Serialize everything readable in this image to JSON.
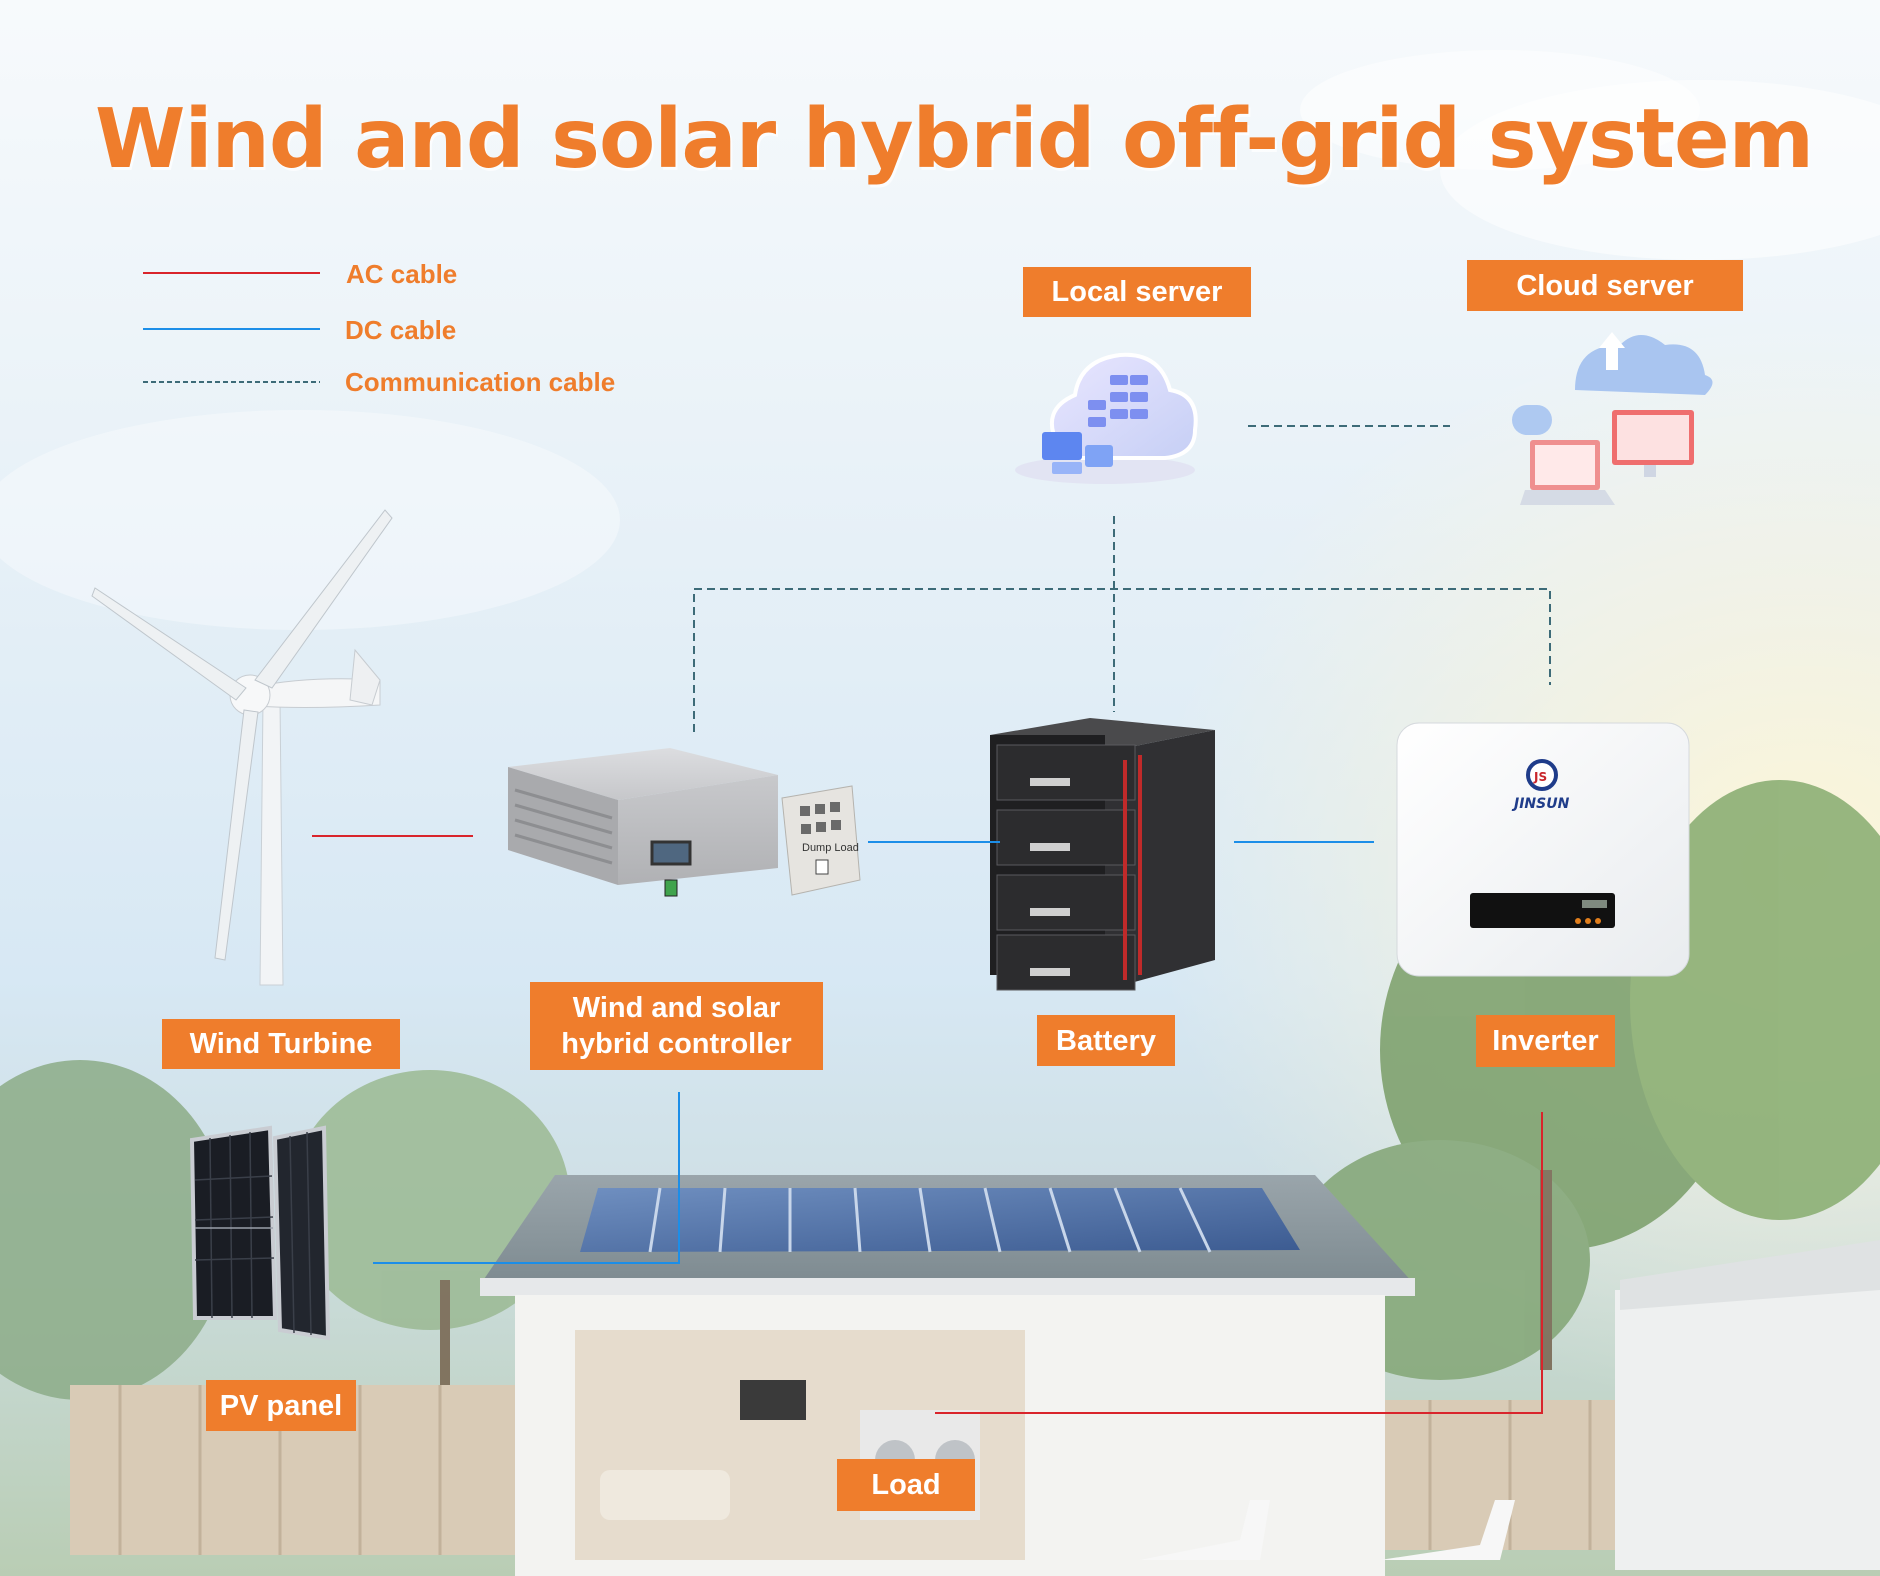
{
  "title": "Wind and solar hybrid off-grid system",
  "legend": [
    {
      "label": "AC cable",
      "color": "#d9242b",
      "style": "solid"
    },
    {
      "label": "DC cable",
      "color": "#1c8ee8",
      "style": "solid"
    },
    {
      "label": "Communication cable",
      "color": "#3d6b78",
      "style": "dashed"
    }
  ],
  "labels": {
    "local_server": "Local server",
    "cloud_server": "Cloud server",
    "wind_turbine": "Wind Turbine",
    "controller_line1": "Wind and solar",
    "controller_line2": "hybrid controller",
    "battery": "Battery",
    "inverter": "Inverter",
    "pv_panel": "PV panel",
    "load": "Load"
  },
  "device_text": {
    "dump_load": "Dump Load",
    "inverter_brand": "JINSUN",
    "inverter_logo": "JS"
  },
  "colors": {
    "accent": "#ef7d2c",
    "ac_cable": "#d9242b",
    "dc_cable": "#1c8ee8",
    "comm_cable": "#3d6b78"
  },
  "icons": [
    "wind-turbine-icon",
    "hybrid-controller-icon",
    "dump-load-icon",
    "battery-rack-icon",
    "inverter-icon",
    "pv-panel-icon",
    "local-server-icon",
    "cloud-server-icon",
    "house-icon"
  ]
}
